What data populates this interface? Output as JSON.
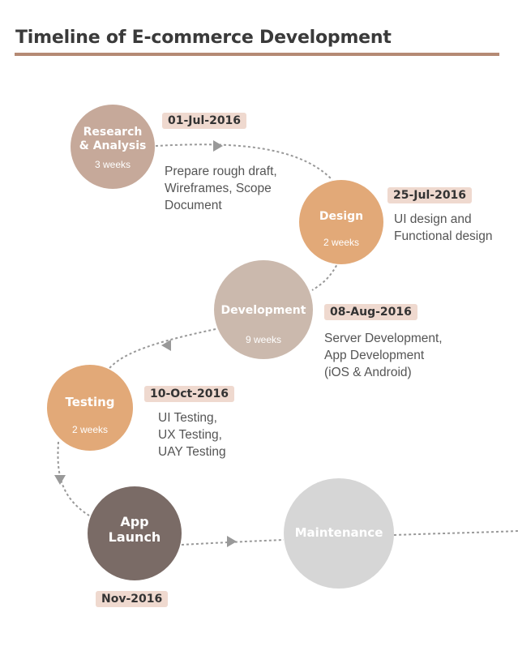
{
  "title": "Timeline of E-commerce Development",
  "colors": {
    "research": "#c6a99a",
    "design": "#e2a978",
    "development": "#cbb9ad",
    "testing": "#e2a978",
    "launch": "#7a6b66",
    "maintenance": "#d6d6d6",
    "badge": "#efd9cf",
    "rule": "#b58a74",
    "connector": "#999999"
  },
  "stages": {
    "research": {
      "name_lines": [
        "Research",
        "& Analysis"
      ],
      "duration": "3 weeks",
      "date": "01-Jul-2016",
      "description": [
        "Prepare rough draft,",
        "Wireframes, Scope",
        "Document"
      ]
    },
    "design": {
      "name_lines": [
        "Design"
      ],
      "duration": "2 weeks",
      "date": "25-Jul-2016",
      "description": [
        "UI design and",
        "Functional design"
      ]
    },
    "development": {
      "name_lines": [
        "Development"
      ],
      "duration": "9 weeks",
      "date": "08-Aug-2016",
      "description": [
        "Server Development,",
        "App Development",
        "(iOS & Android)"
      ]
    },
    "testing": {
      "name_lines": [
        "Testing"
      ],
      "duration": "2 weeks",
      "date": "10-Oct-2016",
      "description": [
        "UI Testing,",
        "UX Testing,",
        "UAY Testing"
      ]
    },
    "launch": {
      "name_lines": [
        "App",
        "Launch"
      ],
      "date": "Nov-2016"
    },
    "maintenance": {
      "name_lines": [
        "Maintenance"
      ]
    }
  }
}
